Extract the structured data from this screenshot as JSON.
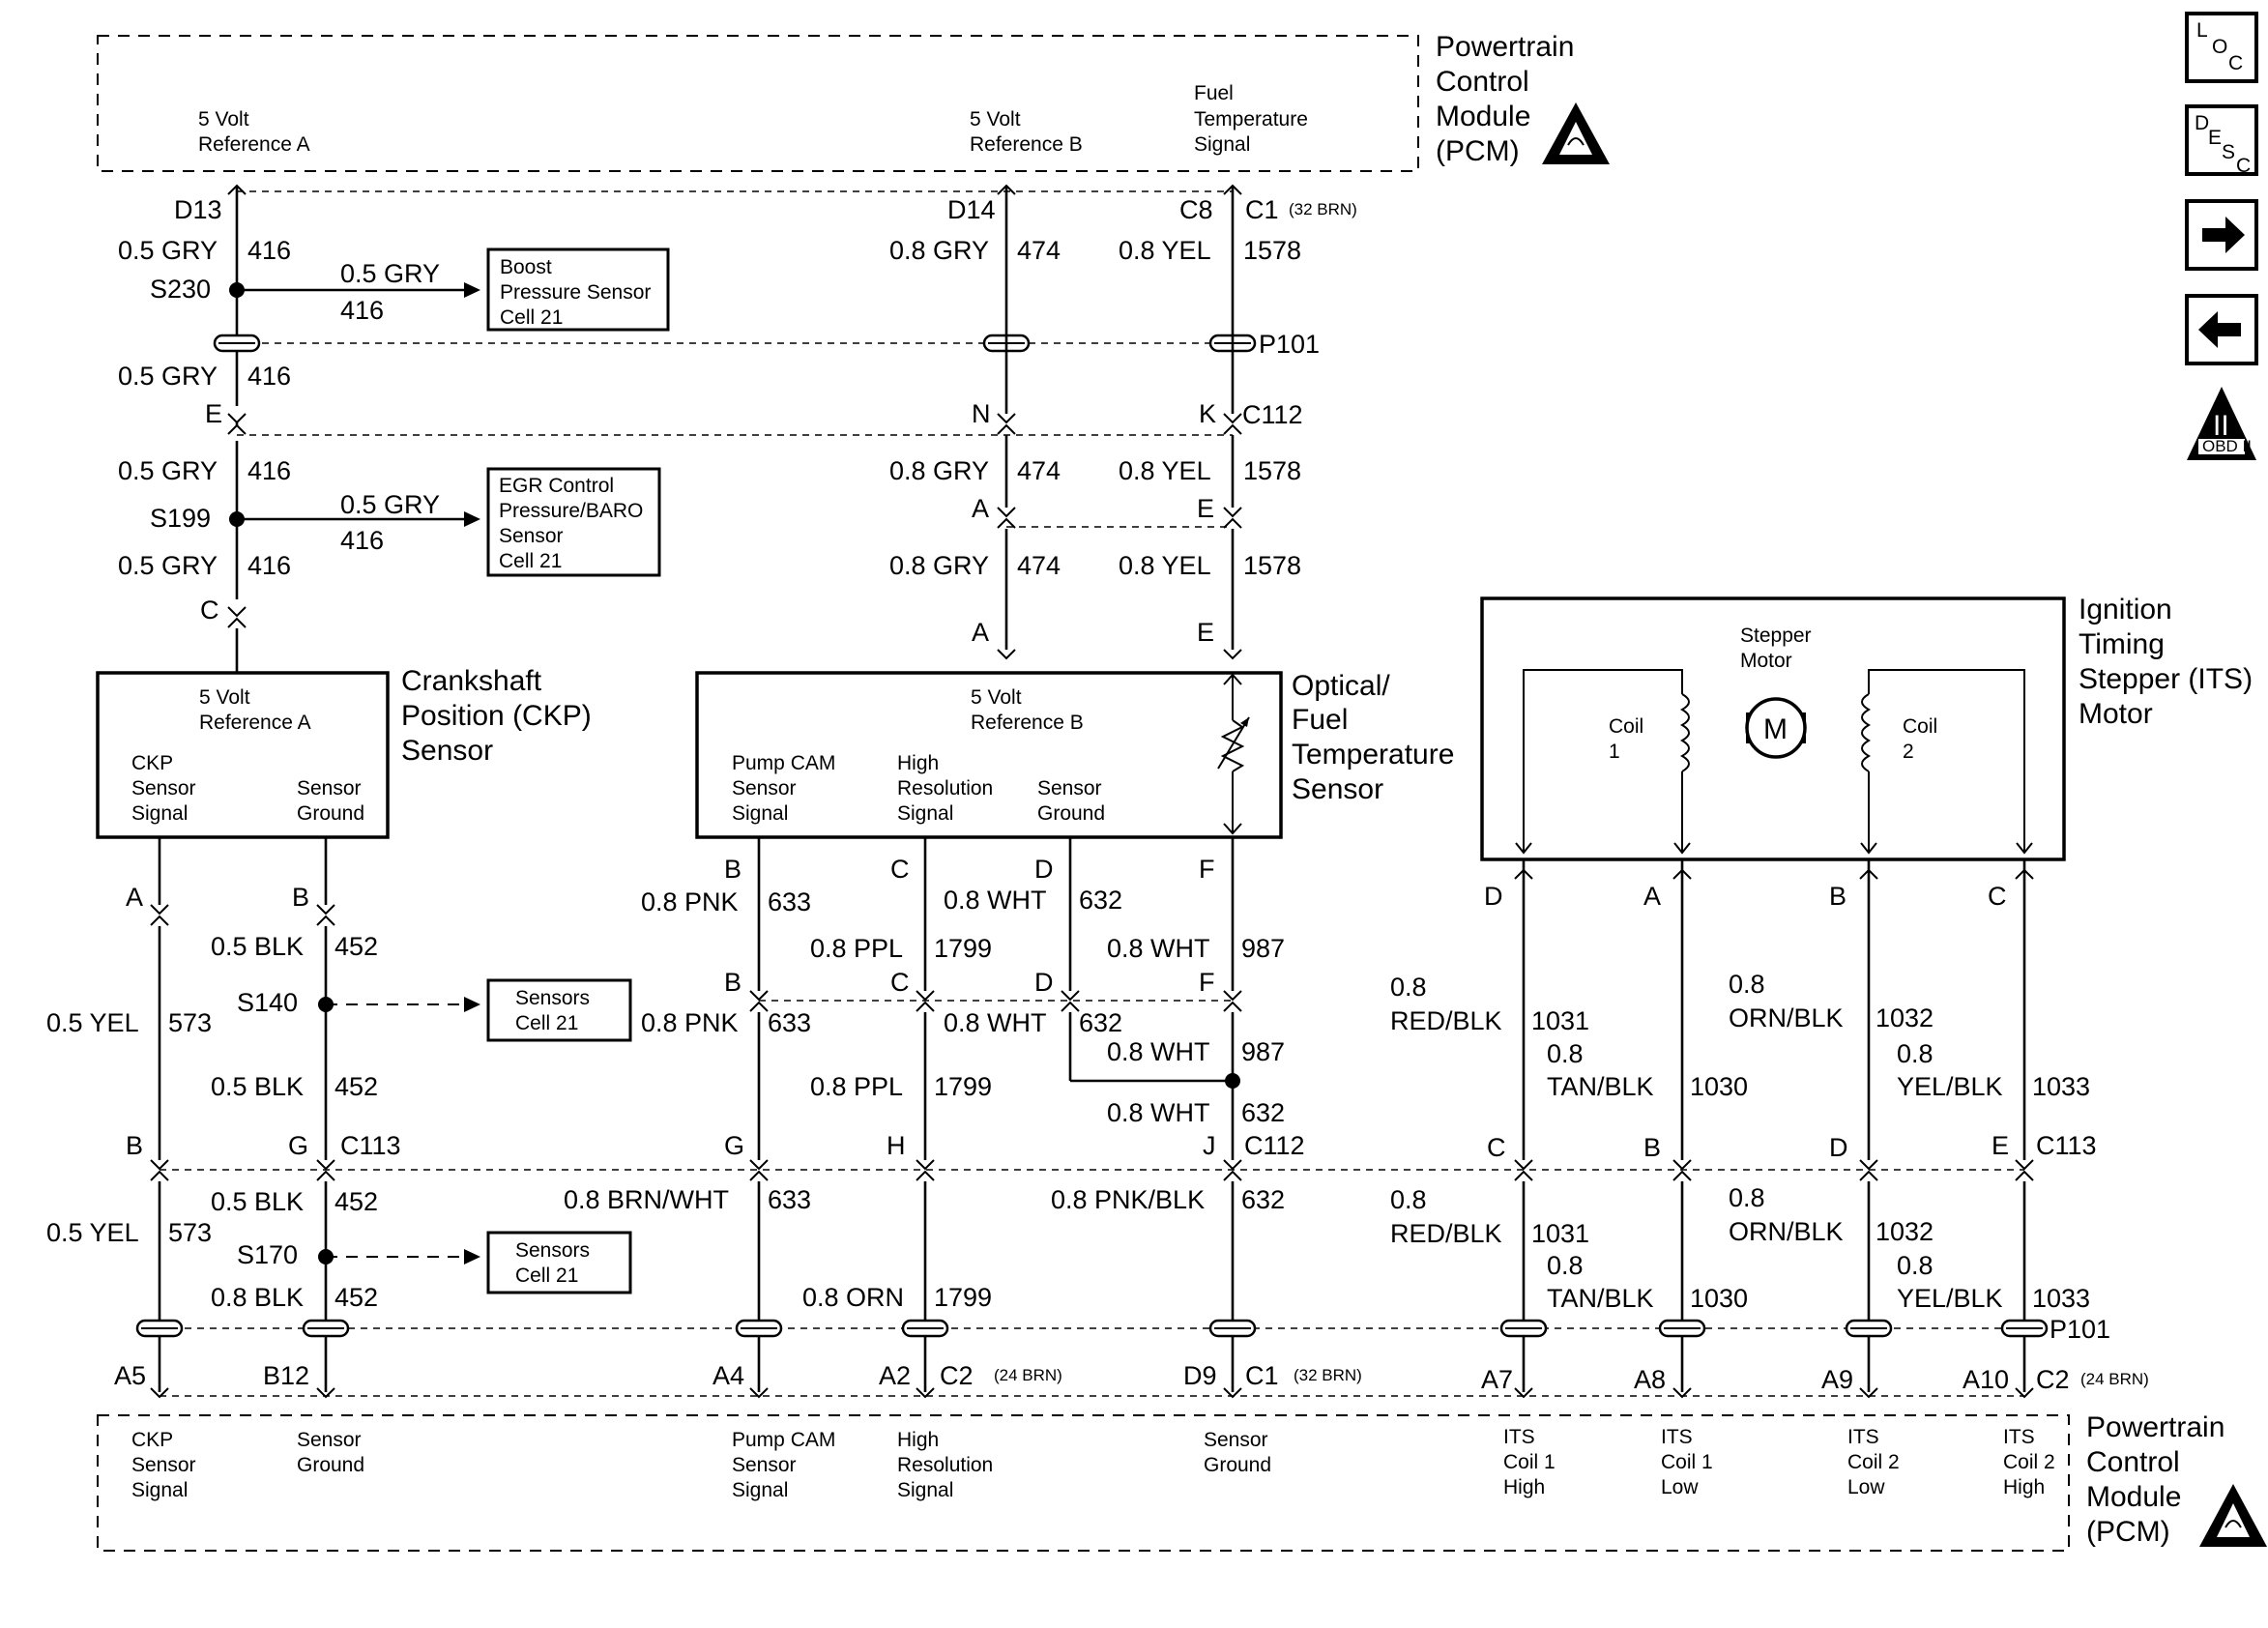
{
  "pcm_top": {
    "title": [
      "Powertrain",
      "Control",
      "Module",
      "(PCM)"
    ],
    "ref_a": [
      "5 Volt",
      "Reference A"
    ],
    "ref_b": [
      "5 Volt",
      "Reference B"
    ],
    "fuel_temp": [
      "Fuel",
      "Temperature",
      "Signal"
    ]
  },
  "pins_top": {
    "d13": "D13",
    "d14": "D14",
    "c8": "C8",
    "c1": "C1",
    "c1_note": "(32 BRN)"
  },
  "wires": {
    "gry416": "0.5 GRY",
    "c416": "416",
    "gry474": "0.8 GRY",
    "c474": "474",
    "yel1578": "0.8 YEL",
    "c1578": "1578",
    "yel573": "0.5 YEL",
    "c573": "573",
    "blk452": "0.5 BLK",
    "c452": "452",
    "blk452b": "0.8 BLK",
    "pnk633": "0.8 PNK",
    "c633": "633",
    "ppl1799": "0.8 PPL",
    "c1799": "1799",
    "wht632": "0.8 WHT",
    "c632": "632",
    "wht987": "0.8 WHT",
    "c987": "987",
    "brnwht": "0.8 BRN/WHT",
    "orn1799": "0.8 ORN",
    "pnkblk": "0.8 PNK/BLK",
    "w08": "0.8",
    "redblk": "RED/BLK",
    "c1031": "1031",
    "tanblk": "TAN/BLK",
    "c1030": "1030",
    "ornblk": "ORN/BLK",
    "c1032": "1032",
    "yelblk": "YEL/BLK",
    "c1033": "1033"
  },
  "splices": {
    "s230": "S230",
    "s199": "S199",
    "s140": "S140",
    "s170": "S170"
  },
  "connectors": {
    "p101": "P101",
    "c112": "C112",
    "c113": "C113",
    "c2": "C2",
    "c1": "C1",
    "c2_note": "(24 BRN)",
    "c1_note": "(32 BRN)"
  },
  "letters": {
    "a": "A",
    "b": "B",
    "c": "C",
    "d": "D",
    "e": "E",
    "f": "F",
    "g": "G",
    "h": "H",
    "j": "J",
    "k": "K",
    "n": "N"
  },
  "boost_box": [
    "Boost",
    "Pressure Sensor",
    "Cell 21"
  ],
  "egr_box": [
    "EGR Control",
    "Pressure/BARO",
    "Sensor",
    "Cell 21"
  ],
  "sensors_box": [
    "Sensors",
    "Cell 21"
  ],
  "ckp": {
    "title": [
      "Crankshaft",
      "Position (CKP)",
      "Sensor"
    ],
    "ref": [
      "5 Volt",
      "Reference A"
    ],
    "sig": [
      "CKP",
      "Sensor",
      "Signal"
    ],
    "gnd": [
      "Sensor",
      "Ground"
    ]
  },
  "optical": {
    "title": [
      "Optical/",
      "Fuel",
      "Temperature",
      "Sensor"
    ],
    "ref": [
      "5 Volt",
      "Reference B"
    ],
    "cam": [
      "Pump CAM",
      "Sensor",
      "Signal"
    ],
    "hires": [
      "High",
      "Resolution",
      "Signal"
    ],
    "gnd": [
      "Sensor",
      "Ground"
    ]
  },
  "its": {
    "title": [
      "Ignition",
      "Timing",
      "Stepper (ITS)",
      "Motor"
    ],
    "stepper": [
      "Stepper",
      "Motor"
    ],
    "motor_letter": "M",
    "coil1": [
      "Coil",
      "1"
    ],
    "coil2": [
      "Coil",
      "2"
    ]
  },
  "bottom_pins": {
    "a5": "A5",
    "b12": "B12",
    "a4": "A4",
    "a2": "A2",
    "d9": "D9",
    "a7": "A7",
    "a8": "A8",
    "a9": "A9",
    "a10": "A10"
  },
  "pcm_bottom": {
    "title": [
      "Powertrain",
      "Control",
      "Module",
      "(PCM)"
    ],
    "ckp_sig": [
      "CKP",
      "Sensor",
      "Signal"
    ],
    "sens_gnd": [
      "Sensor",
      "Ground"
    ],
    "pump_cam": [
      "Pump CAM",
      "Sensor",
      "Signal"
    ],
    "hires": [
      "High",
      "Resolution",
      "Signal"
    ],
    "sens_gnd2": [
      "Sensor",
      "Ground"
    ],
    "its1h": [
      "ITS",
      "Coil 1",
      "High"
    ],
    "its1l": [
      "ITS",
      "Coil 1",
      "Low"
    ],
    "its2l": [
      "ITS",
      "Coil 2",
      "Low"
    ],
    "its2h": [
      "ITS",
      "Coil 2",
      "High"
    ]
  },
  "side_icons": {
    "loc": [
      "L",
      "O",
      "C"
    ],
    "desc": [
      "D",
      "E",
      "S",
      "C"
    ],
    "obd": "OBD II",
    "obd_roman": "II"
  }
}
